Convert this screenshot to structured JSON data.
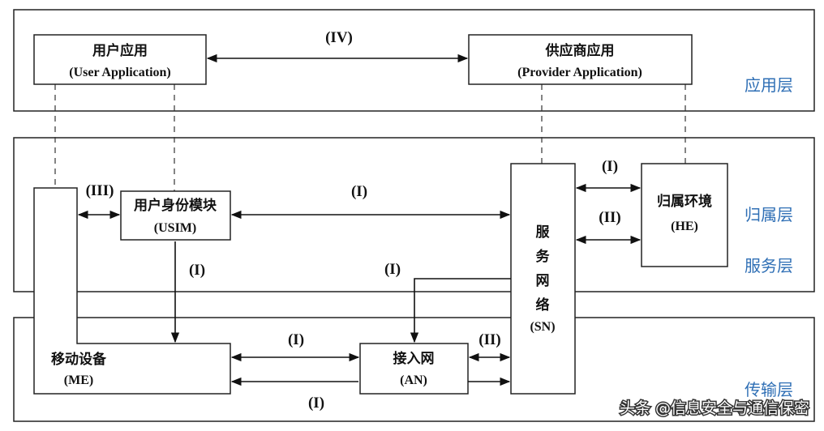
{
  "layers": {
    "application": "应用层",
    "home": "归属层",
    "serving": "服务层",
    "transport": "传输层"
  },
  "boxes": {
    "user_app": {
      "title": "用户应用",
      "subtitle": "(User Application)"
    },
    "provider_app": {
      "title": "供应商应用",
      "subtitle": "(Provider Application)"
    },
    "usim": {
      "title": "用户身份模块",
      "subtitle": "(USIM)"
    },
    "he": {
      "title": "归属环境",
      "subtitle": "(HE)"
    },
    "sn": {
      "chars": [
        "服",
        "务",
        "网",
        "络"
      ],
      "subtitle": "(SN)"
    },
    "me": {
      "title": "移动设备",
      "subtitle": "(ME)"
    },
    "an": {
      "title": "接入网",
      "subtitle": "(AN)"
    }
  },
  "interfaces": {
    "iv": "(IV)",
    "iii": "(III)",
    "i_usim_sn": "(I)",
    "i_sn_he": "(I)",
    "ii_sn_he": "(II)",
    "i_usim_me": "(I)",
    "i_sn_an": "(I)",
    "i_me_an": "(I)",
    "ii_an_sn": "(II)",
    "i_bottom": "(I)"
  },
  "watermark": "头条 @信息安全与通信保密",
  "colors": {
    "layer_text": "#2f6fb5",
    "line": "#111111"
  }
}
